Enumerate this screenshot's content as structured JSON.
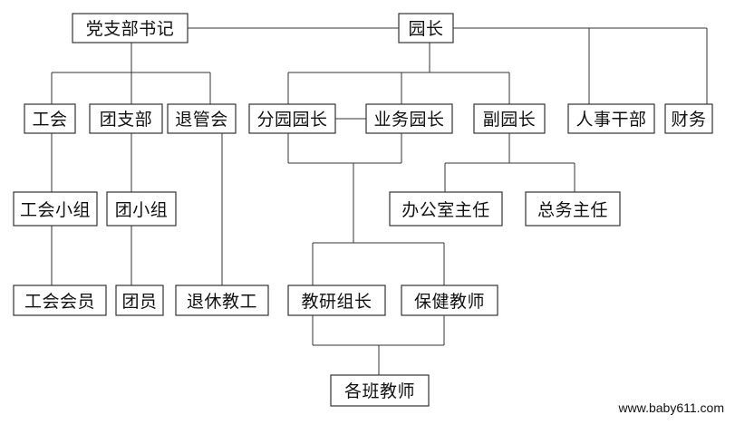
{
  "nodes": {
    "party_secretary": "党支部书记",
    "principal": "园长",
    "labor_union": "工会",
    "youth_league_branch": "团支部",
    "retiree_mgmt": "退管会",
    "branch_principal": "分园园长",
    "business_principal": "业务园长",
    "vice_principal": "副园长",
    "hr_dept": "人事干部",
    "finance": "财务",
    "union_group": "工会小组",
    "league_group": "团小组",
    "office_director": "办公室主任",
    "general_affairs_director": "总务主任",
    "union_members": "工会会员",
    "league_members": "团员",
    "retired_staff": "退休教工",
    "research_leader": "教研组长",
    "health_teacher": "保健教师",
    "class_teachers": "各班教师"
  },
  "watermark": "www.baby611.com"
}
